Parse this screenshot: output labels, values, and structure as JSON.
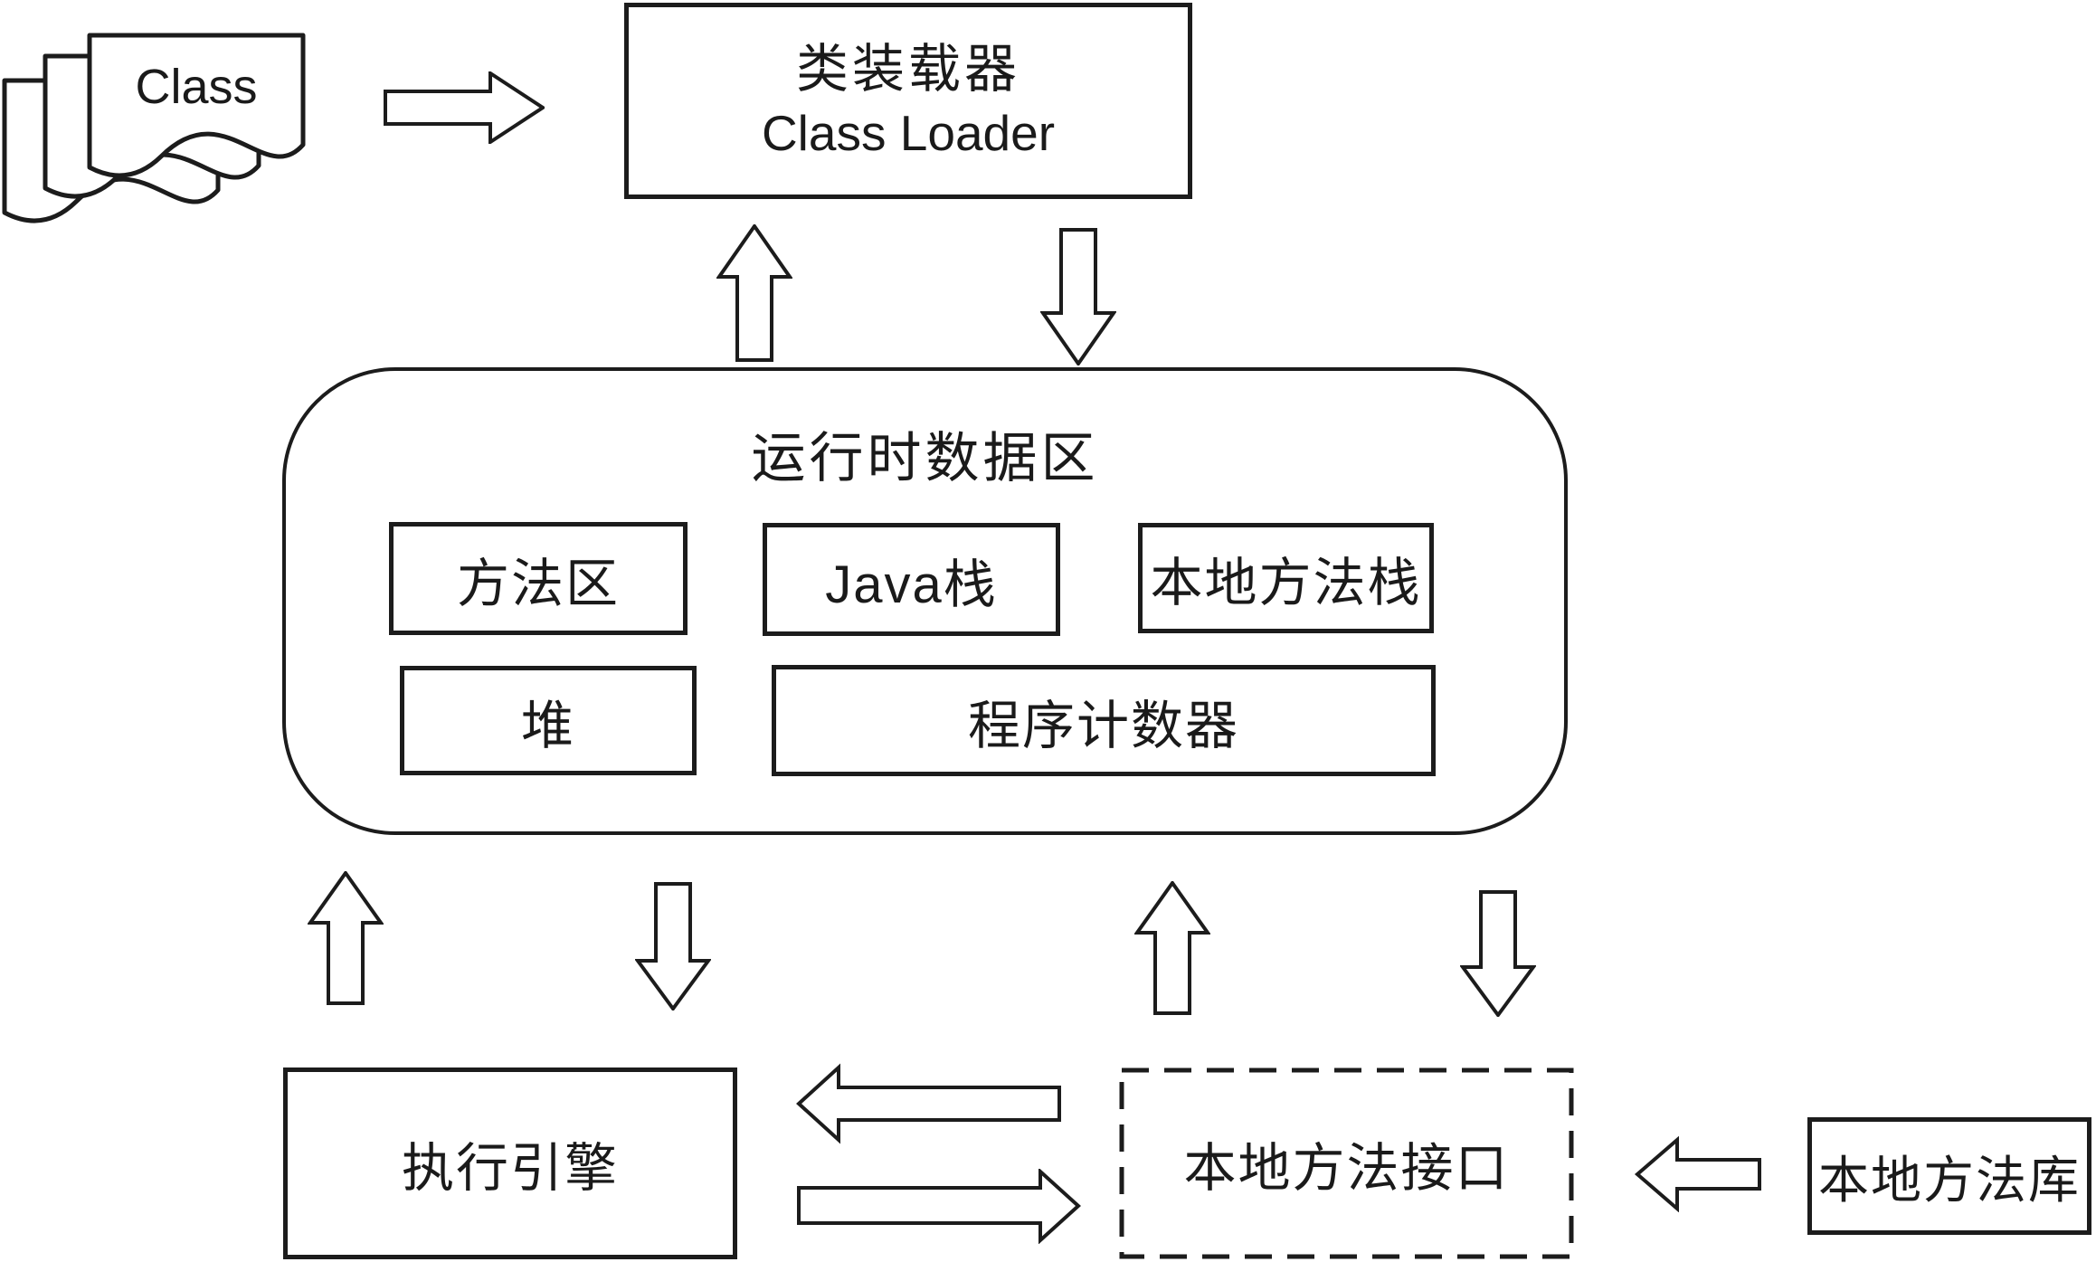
{
  "colors": {
    "ink": "#1a1a1a",
    "stroke": "#1c1c1c",
    "background": "#ffffff"
  },
  "class_files": {
    "label": "Class"
  },
  "class_loader": {
    "line1": "类装载器",
    "line2": "Class Loader"
  },
  "runtime_data_area": {
    "title": "运行时数据区",
    "method_area": "方法区",
    "java_stack": "Java栈",
    "native_method_stack": "本地方法栈",
    "heap": "堆",
    "program_counter": "程序计数器"
  },
  "execution_engine": {
    "label": "执行引擎"
  },
  "native_method_interface": {
    "label": "本地方法接口"
  },
  "native_method_library": {
    "label": "本地方法库"
  }
}
